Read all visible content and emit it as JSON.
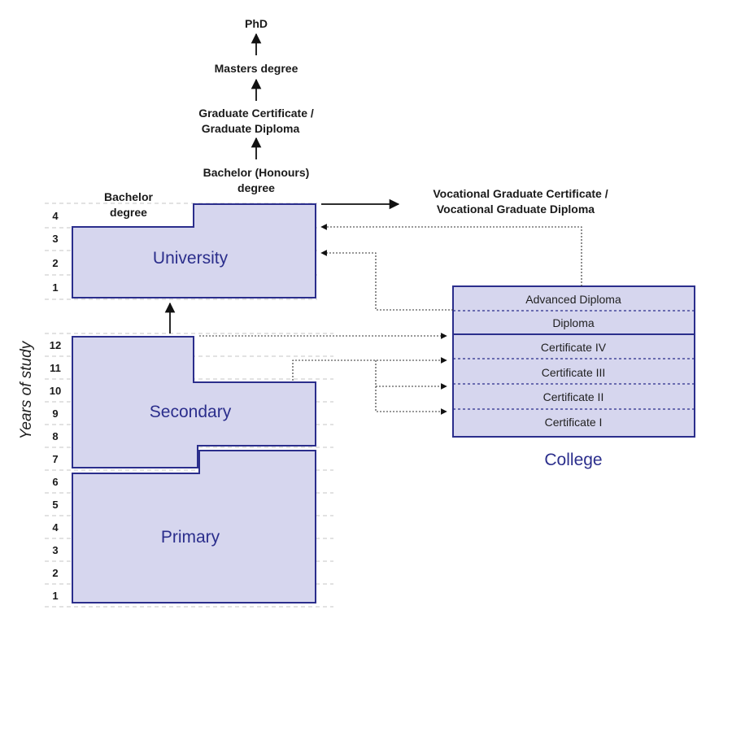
{
  "pathway": {
    "phd": "PhD",
    "masters": "Masters degree",
    "grad_cert_1": "Graduate Certificate /",
    "grad_cert_2": "Graduate Diploma",
    "honours_1": "Bachelor (Honours)",
    "honours_2": "degree",
    "bachelor_1": "Bachelor",
    "bachelor_2": "degree",
    "vocational_1": "Vocational Graduate Certificate /",
    "vocational_2": "Vocational Graduate Diploma"
  },
  "blocks": {
    "university": "University",
    "secondary": "Secondary",
    "primary": "Primary",
    "college": "College"
  },
  "axis": {
    "title": "Years of study"
  },
  "year_labels": {
    "university": [
      "4",
      "3",
      "2",
      "1"
    ],
    "school": [
      "12",
      "11",
      "10",
      "9",
      "8",
      "7",
      "6",
      "5",
      "4",
      "3",
      "2",
      "1"
    ]
  },
  "college_levels": [
    "Advanced Diploma",
    "Diploma",
    "Certificate IV",
    "Certificate III",
    "Certificate II",
    "Certificate I"
  ],
  "colors": {
    "block_fill": "#d6d6ee",
    "block_border": "#2b2e8c",
    "heading_text": "#2b2e8c"
  }
}
